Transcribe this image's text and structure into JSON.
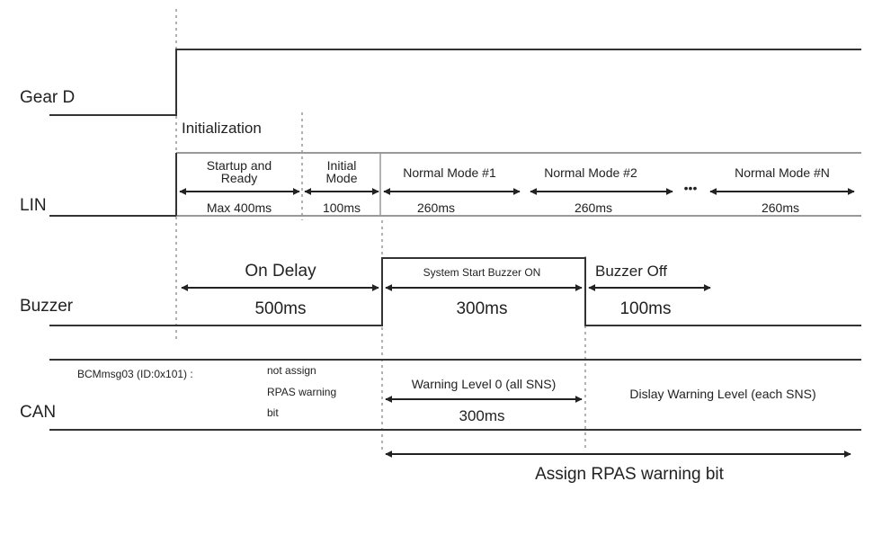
{
  "signals": {
    "gear": "Gear D",
    "lin": "LIN",
    "buzzer": "Buzzer",
    "can": "CAN"
  },
  "initialization": "Initialization",
  "lin_segments": {
    "startup_line1": "Startup and",
    "startup_line2": "Ready",
    "startup_duration": "Max 400ms",
    "initial_line1": "Initial",
    "initial_line2": "Mode",
    "initial_duration": "100ms",
    "normal1": "Normal Mode #1",
    "normal1_duration": "260ms",
    "normal2": "Normal Mode #2",
    "normal2_duration": "260ms",
    "ellipsis": "•••",
    "normaln": "Normal Mode #N",
    "normaln_duration": "260ms"
  },
  "buzzer_segments": {
    "on_delay": "On Delay",
    "on_delay_duration": "500ms",
    "start": "System Start Buzzer ON",
    "start_duration": "300ms",
    "off": "Buzzer Off",
    "off_duration": "100ms"
  },
  "can_segments": {
    "msg": "BCMmsg03 (ID:0x101) :",
    "not_assign_line1": "not assign",
    "not_assign_line2": "RPAS  warning",
    "not_assign_line3": "bit",
    "warning0": "Warning Level 0 (all SNS)",
    "warning0_duration": "300ms",
    "display": "Dislay Warning Level (each SNS)"
  },
  "assign": "Assign RPAS warning bit"
}
